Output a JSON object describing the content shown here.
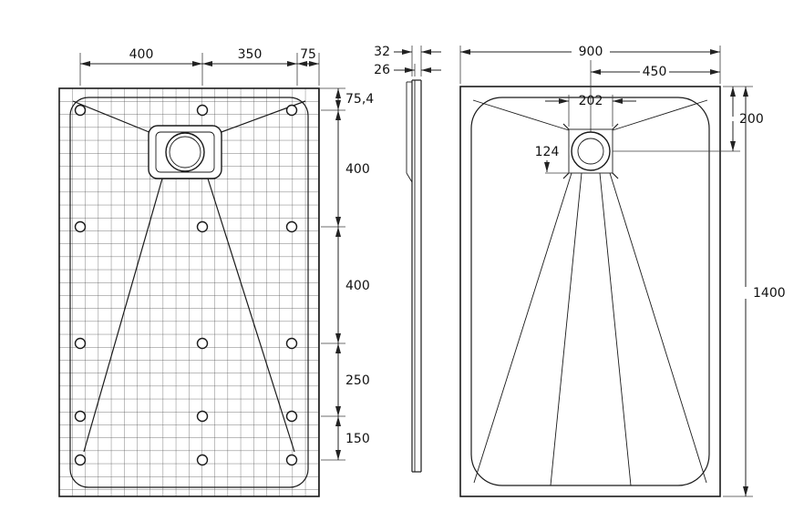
{
  "bottom_view": {
    "top_dims": [
      "400",
      "350",
      "75"
    ],
    "right_dims": [
      "75,4",
      "400",
      "400",
      "250",
      "150"
    ]
  },
  "profile_view": {
    "dims": [
      "32",
      "26"
    ]
  },
  "top_view": {
    "width_dim": "900",
    "half_width_dim": "450",
    "drain_width_dim": "202",
    "drain_offset_dim": "124",
    "drain_center_dim": "200",
    "length_dim": "1400"
  }
}
